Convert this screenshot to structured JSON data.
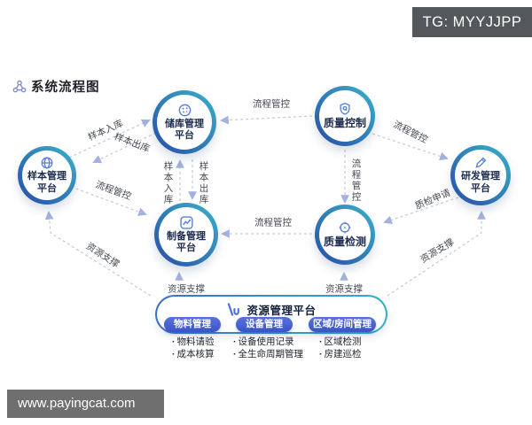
{
  "overlay": {
    "tg_badge": "TG: MYYJJPP",
    "watermark": "www.payingcat.com"
  },
  "title": "系统流程图",
  "nodes": {
    "sample": {
      "label": "样本管理平台",
      "line1": "样本管理",
      "line2": "平台",
      "icon": "globe-icon"
    },
    "storage": {
      "label": "储库管理平台",
      "line1": "储库管理",
      "line2": "平台",
      "icon": "petri-dish-icon"
    },
    "quality_control": {
      "label": "质量控制",
      "icon": "shield-icon"
    },
    "rnd": {
      "label": "研发管理平台",
      "line1": "研发管理",
      "line2": "平台",
      "icon": "pencil-icon"
    },
    "preparation": {
      "label": "制备管理平台",
      "line1": "制备管理",
      "line2": "平台",
      "icon": "chart-icon"
    },
    "quality_test": {
      "label": "质量检测",
      "icon": "target-icon"
    }
  },
  "edges": {
    "qc_to_storage": "流程管控",
    "qt_to_prep": "流程管控",
    "qc_to_qt": "流程管控",
    "qc_to_rnd": "流程管控",
    "sample_to_prep": "流程管控",
    "sample_in_diagonal": "样本入库",
    "sample_out_diagonal": "样本出库",
    "sample_in_vertical": "样本入库",
    "sample_out_vertical": "样本出库",
    "rnd_to_qt": "质检申请",
    "resource_to_prep": "资源支撑",
    "resource_to_qt": "资源支撑",
    "resource_to_sample": "资源支撑",
    "resource_to_rnd": "资源支撑"
  },
  "resource_platform": {
    "title": "资源管理平台",
    "groups": [
      {
        "label": "物料管理",
        "items": [
          "物料请验",
          "成本核算"
        ]
      },
      {
        "label": "设备管理",
        "items": [
          "设备使用记录",
          "全生命周期管理"
        ]
      },
      {
        "label": "区域/房间管理",
        "items": [
          "区域检测",
          "房建巡检"
        ]
      }
    ]
  },
  "colors": {
    "ring_gradient_start": "#3ab2c9",
    "ring_gradient_end": "#2b5cab",
    "node_text": "#1c2b4e",
    "icon_blue": "#5a80d6",
    "pill_blue": "#4565cd",
    "arrow_head": "#a3b1de",
    "dash_line": "#c6cdd8",
    "badge_gray": "#54585a",
    "watermark_gray": "#6f6f6f"
  }
}
